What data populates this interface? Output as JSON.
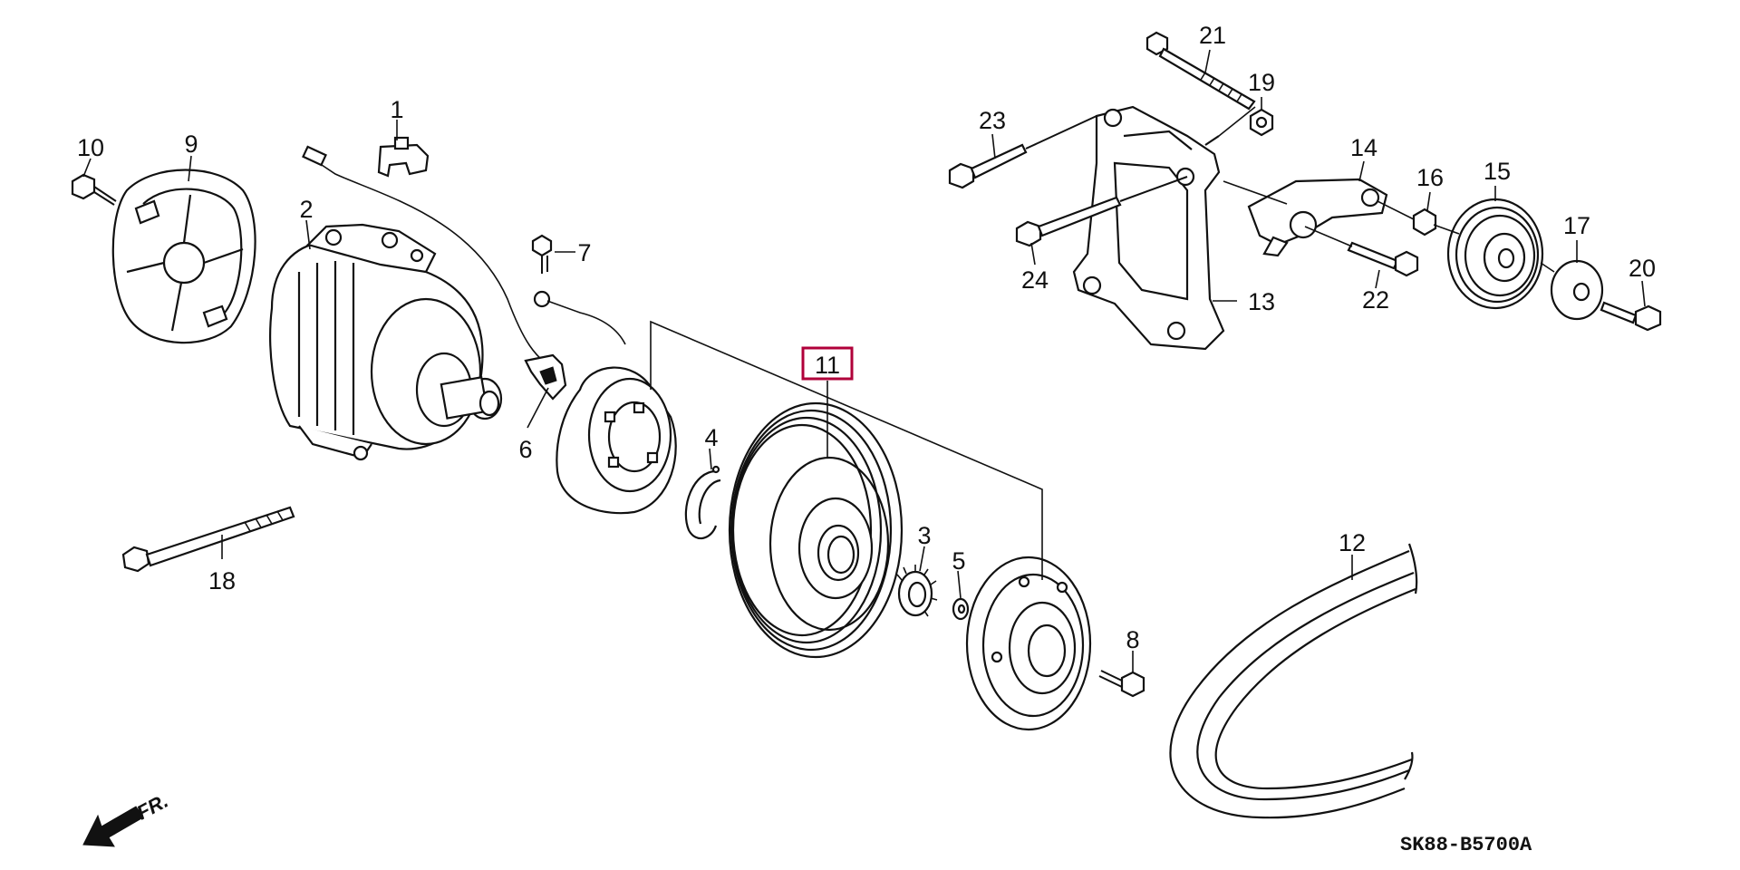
{
  "diagram": {
    "code": "SK88-B5700A",
    "direction_label": "FR.",
    "highlight_color": "#b0003a",
    "callouts": [
      {
        "id": "c1",
        "label": "1"
      },
      {
        "id": "c2",
        "label": "2"
      },
      {
        "id": "c3",
        "label": "3"
      },
      {
        "id": "c4",
        "label": "4"
      },
      {
        "id": "c5",
        "label": "5"
      },
      {
        "id": "c6",
        "label": "6"
      },
      {
        "id": "c7",
        "label": "7"
      },
      {
        "id": "c8",
        "label": "8"
      },
      {
        "id": "c9",
        "label": "9"
      },
      {
        "id": "c10",
        "label": "10"
      },
      {
        "id": "c11",
        "label": "11",
        "highlighted": true
      },
      {
        "id": "c12",
        "label": "12"
      },
      {
        "id": "c13",
        "label": "13"
      },
      {
        "id": "c14",
        "label": "14"
      },
      {
        "id": "c15",
        "label": "15"
      },
      {
        "id": "c16",
        "label": "16"
      },
      {
        "id": "c17",
        "label": "17"
      },
      {
        "id": "c18",
        "label": "18"
      },
      {
        "id": "c19",
        "label": "19"
      },
      {
        "id": "c20",
        "label": "20"
      },
      {
        "id": "c21",
        "label": "21"
      },
      {
        "id": "c22",
        "label": "22"
      },
      {
        "id": "c23",
        "label": "23"
      },
      {
        "id": "c24",
        "label": "24"
      }
    ]
  }
}
